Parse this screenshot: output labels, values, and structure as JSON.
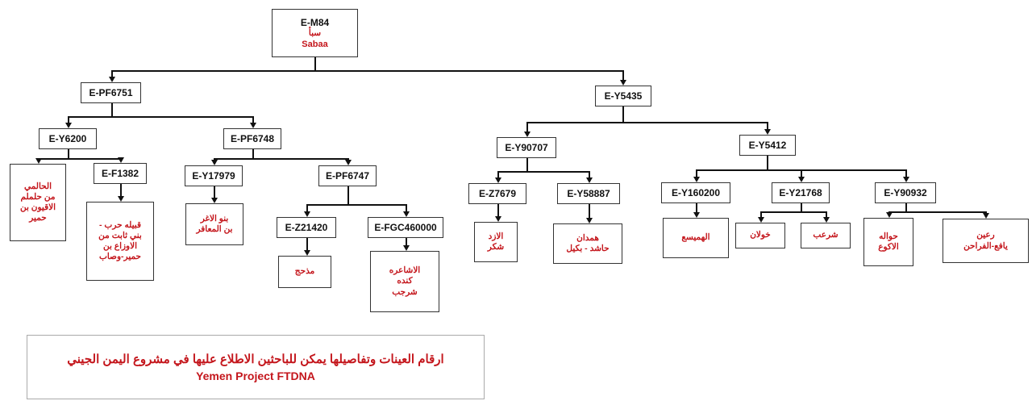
{
  "nodes": {
    "root": {
      "haplogroup": "E-M84",
      "arabic": "سبأ",
      "latin": "Sabaa"
    },
    "pf6751": {
      "haplogroup": "E-PF6751"
    },
    "y5435": {
      "haplogroup": "E-Y5435"
    },
    "y6200": {
      "haplogroup": "E-Y6200"
    },
    "pf6748": {
      "haplogroup": "E-PF6748"
    },
    "y90707": {
      "haplogroup": "E-Y90707"
    },
    "y5412": {
      "haplogroup": "E-Y5412"
    },
    "f1382": {
      "haplogroup": "E-F1382"
    },
    "y17979": {
      "haplogroup": "E-Y17979"
    },
    "pf6747": {
      "haplogroup": "E-PF6747"
    },
    "z7679": {
      "haplogroup": "E-Z7679"
    },
    "y58887": {
      "haplogroup": "E-Y58887"
    },
    "y160200": {
      "haplogroup": "E-Y160200"
    },
    "y21768": {
      "haplogroup": "E-Y21768"
    },
    "y90932": {
      "haplogroup": "E-Y90932"
    },
    "z21420": {
      "haplogroup": "E-Z21420"
    },
    "fgc460000": {
      "haplogroup": "E-FGC460000"
    }
  },
  "leaves": {
    "y6200_leaf": [
      "الحالمي",
      "من حلملم",
      "الاقيون بن",
      "حمير"
    ],
    "f1382_leaf": [
      "قبيله حرب -",
      "بني ثابت من",
      "الاوزاع بن",
      "حمير-وصاب"
    ],
    "y17979_leaf": [
      "بنو الاغر",
      "بن المعافر"
    ],
    "z21420_leaf": [
      "مذحج"
    ],
    "fgc460000_leaf": [
      "الاشاعره",
      "كنده",
      "شرجب"
    ],
    "z7679_leaf": [
      "الازد",
      "شكر"
    ],
    "y58887_leaf": [
      "همدان",
      "حاشد - بكيل"
    ],
    "y160200_leaf": [
      "الهميسع"
    ],
    "y21768_leaf_a": [
      "خولان"
    ],
    "y21768_leaf_b": [
      "شرعب"
    ],
    "y90932_leaf_a": [
      "حواله",
      "الاكوع"
    ],
    "y90932_leaf_b": [
      "رعين",
      "يافع-الفراحن"
    ]
  },
  "footer": {
    "title": "ارقام العينات وتفاصيلها يمكن للباحثين الاطلاع عليها في مشروع اليمن الجيني",
    "subtitle": "Yemen Project FTDNA"
  },
  "colors": {
    "accent": "#c4161c",
    "line": "#111111",
    "border": "#333333"
  }
}
